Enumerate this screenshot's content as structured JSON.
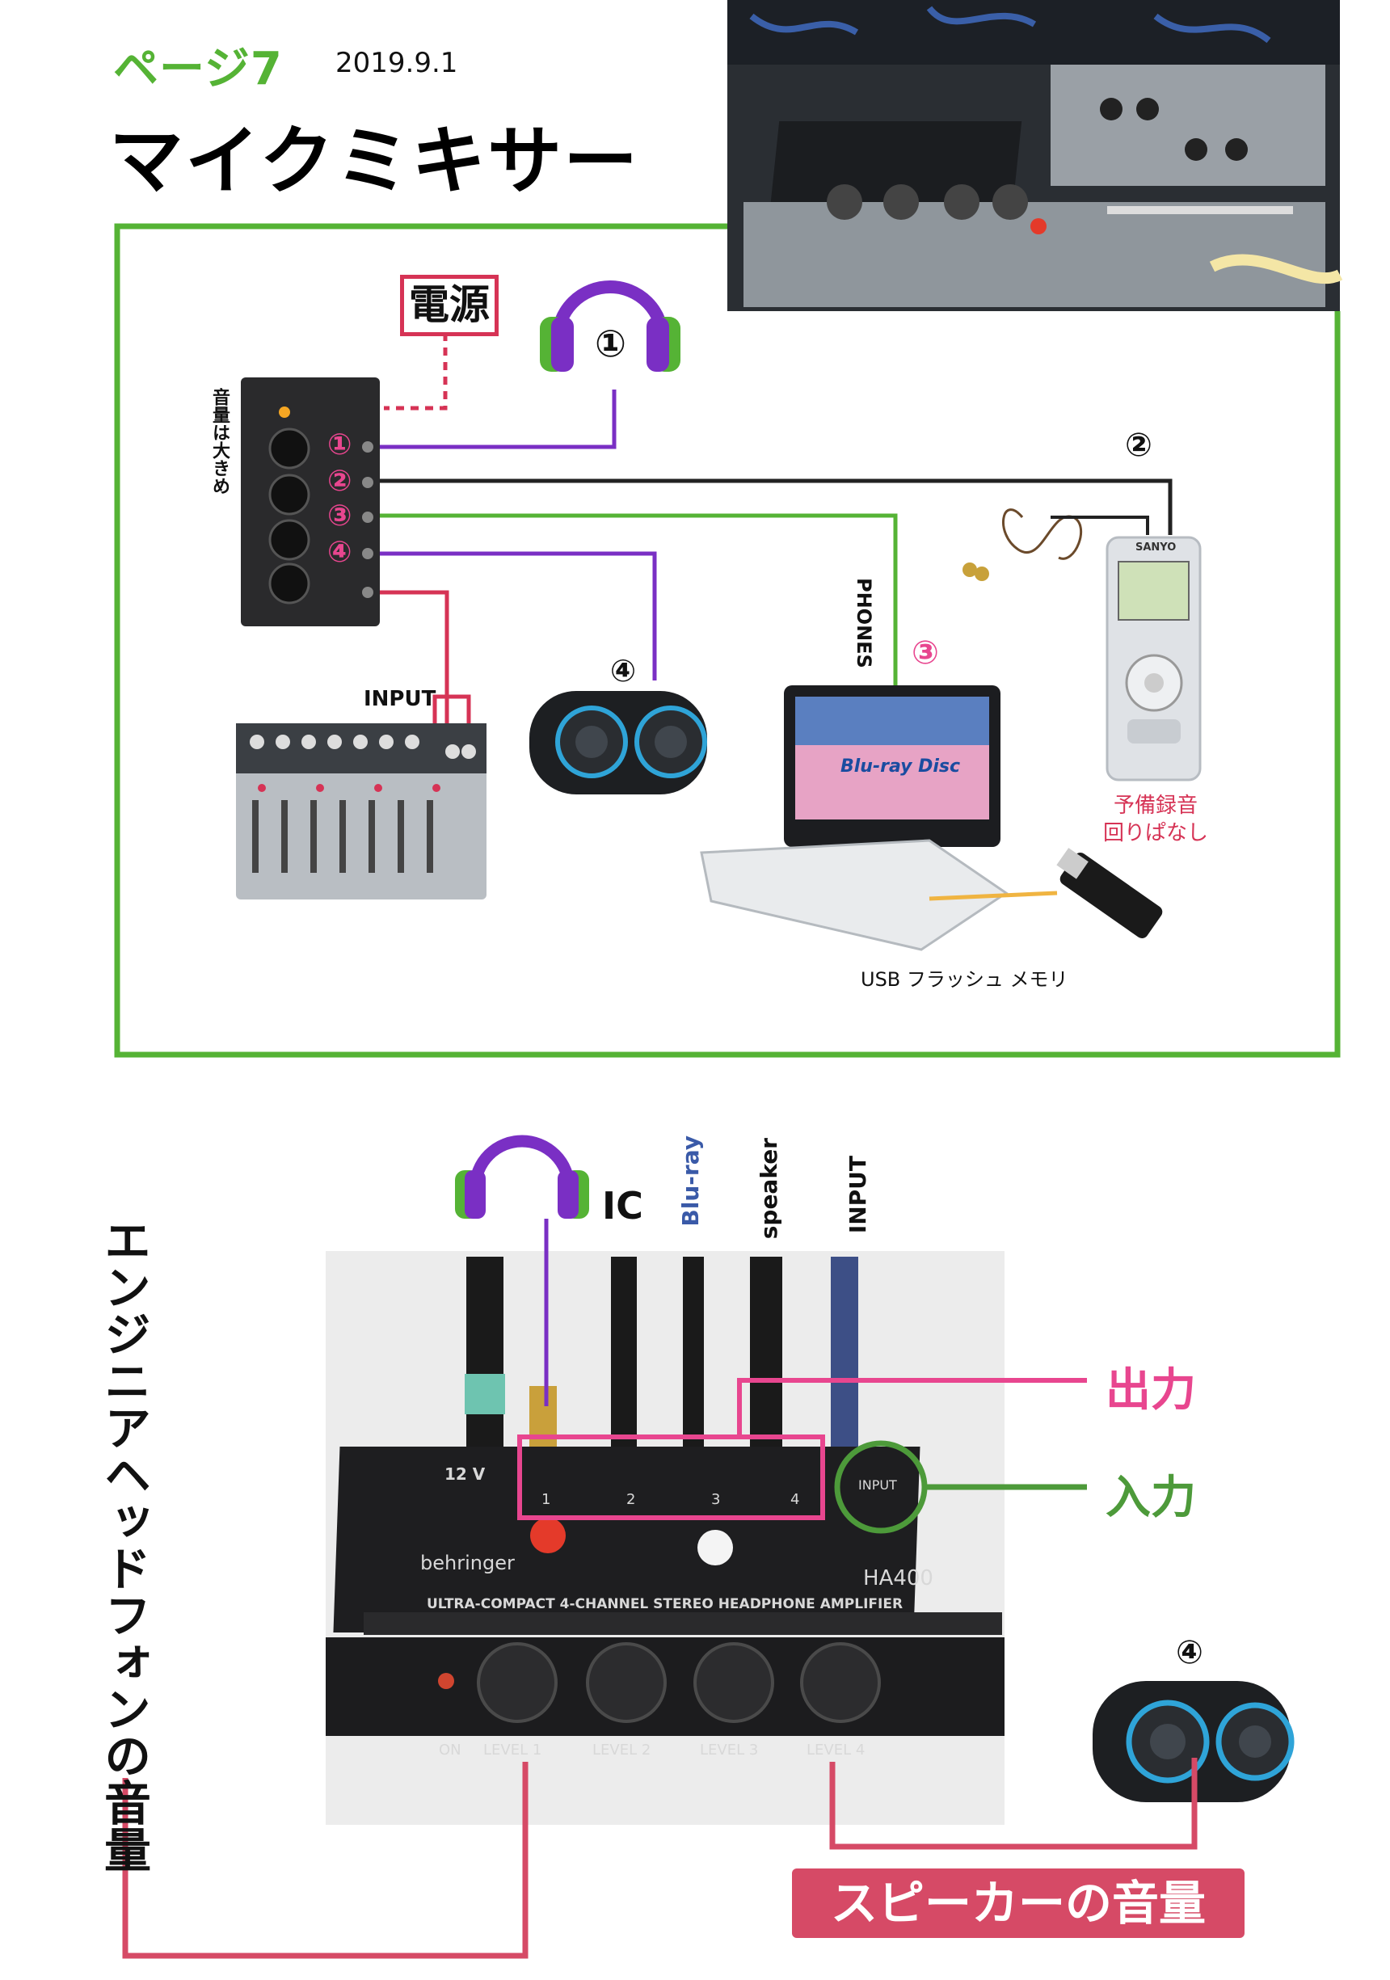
{
  "header": {
    "page_label": "ページ7",
    "date": "2019.9.1",
    "title": "マイクミキサー"
  },
  "top_diagram": {
    "power_label": "電源",
    "headphone_number": "①",
    "recorder_number": "②",
    "speaker_number": "④",
    "mixer_side_label": "音量は大きめ",
    "port_numbers": [
      "①",
      "②",
      "③",
      "④"
    ],
    "input_label": "INPUT",
    "phones_label": "PHONES",
    "bluray_number": "③",
    "reserve_recording": [
      "予備録音",
      "回りぱなし"
    ],
    "usb_label": "USB フラッシュ メモリ",
    "recorder_brand": "SANYO",
    "bluray_logo": "Blu-ray Disc"
  },
  "bottom_diagram": {
    "side_title": "エンジニアヘッドフォンの音量",
    "ic_label": "IC",
    "column_labels": {
      "bluray": "Blu-ray",
      "speaker": "speaker",
      "input": "INPUT"
    },
    "output_label": "出力",
    "input_label": "入力",
    "speaker_number": "④",
    "speaker_volume_label": "スピーカーの音量",
    "amp": {
      "power_text": "12 V",
      "brand": "behringer",
      "model": "HA400",
      "subtitle": "ULTRA-COMPACT 4-CHANNEL STEREO HEADPHONE AMPLIFIER",
      "input_text": "INPUT",
      "on_text": "ON",
      "channels": [
        "1",
        "2",
        "3",
        "4"
      ],
      "levels": [
        "LEVEL 1",
        "LEVEL 2",
        "LEVEL 3",
        "LEVEL 4"
      ]
    }
  },
  "colors": {
    "frame_green": "#55b335",
    "purple": "#7a2fc4",
    "pink": "#e8468f",
    "red": "#d64a66",
    "black_line": "#222222",
    "usb_orange": "#f0b441"
  }
}
